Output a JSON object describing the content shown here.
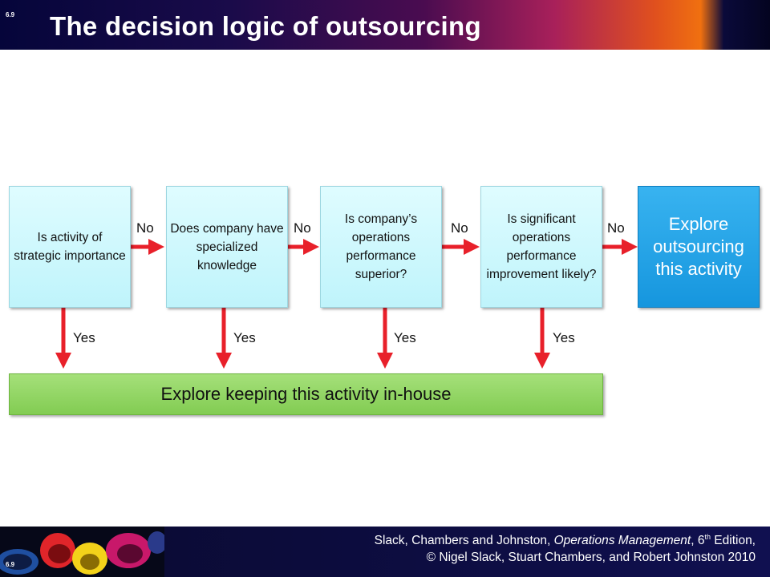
{
  "header": {
    "slide_number": "6.9",
    "title": "The decision logic of outsourcing"
  },
  "diagram": {
    "questions": [
      "Is activity of strategic importance",
      "Does company have specialized knowledge",
      "Is company’s operations performance superior?",
      "Is significant operations performance improvement likely?"
    ],
    "outcome_no": "Explore outsourcing this activity",
    "outcome_yes": "Explore keeping this activity in-house",
    "no_labels": [
      "No",
      "No",
      "No",
      "No"
    ],
    "yes_labels": [
      "Yes",
      "Yes",
      "Yes",
      "Yes"
    ],
    "colors": {
      "question_box": "#cdf8fd",
      "outsourcing_box": "#1a9be0",
      "inhouse_bar": "#8fd35e",
      "arrow": "#e8202a"
    }
  },
  "footer": {
    "slide_number": "6.9",
    "line1_pre": "Slack, Chambers and Johnston, ",
    "line1_book": "Operations Management",
    "line1_edition_num": ", 6",
    "line1_sup": "th",
    "line1_post": " Edition,",
    "line2": "© Nigel Slack, Stuart Chambers, and Robert Johnston 2010"
  }
}
